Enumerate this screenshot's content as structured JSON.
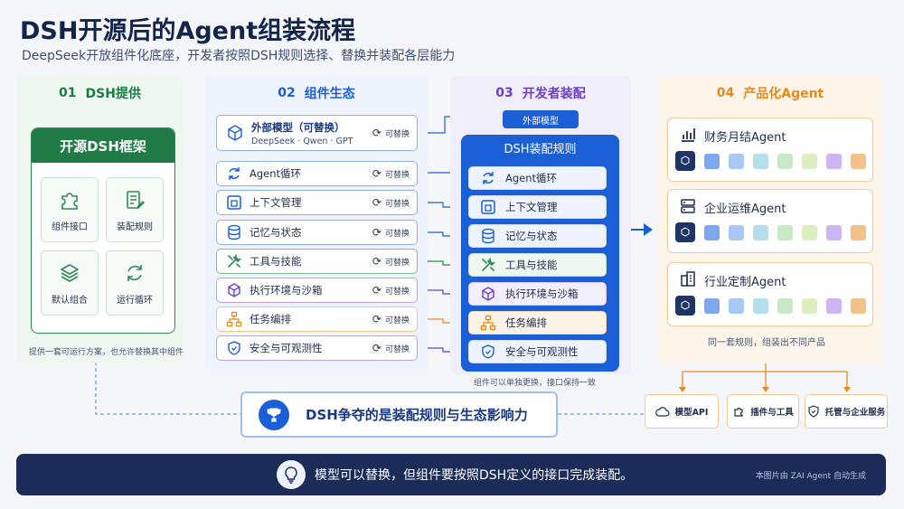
{
  "title": "DSH开源后的Agent组装流程",
  "subtitle": "DeepSeek开放组件化底座，开发者按照DSH规则选择、替换并装配各层能力",
  "colors": {
    "green": "#1f7a45",
    "blue": "#1a5fd6",
    "purple": "#6b3fc8",
    "orange": "#e8891a",
    "navy": "#1c2c58"
  },
  "columns": [
    {
      "num": "01",
      "title": "DSH提供"
    },
    {
      "num": "02",
      "title": "组件生态"
    },
    {
      "num": "03",
      "title": "开发者装配"
    },
    {
      "num": "04",
      "title": "产品化Agent"
    }
  ],
  "col1": {
    "box_title": "开源DSH框架",
    "cells": [
      {
        "label": "组件接口",
        "icon": "puzzle-icon"
      },
      {
        "label": "装配规则",
        "icon": "document-edit-icon"
      },
      {
        "label": "默认组合",
        "icon": "layers-icon"
      },
      {
        "label": "运行循环",
        "icon": "refresh-icon"
      }
    ],
    "note": "提供一套可运行方案，也允许替换其中组件"
  },
  "col2": {
    "swap_label": "可替换",
    "external": {
      "name": "外部模型（可替换）",
      "desc": "DeepSeek · Qwen · GPT",
      "icon": "cube-icon"
    },
    "components": [
      {
        "name": "Agent循环",
        "icon": "cycle-icon",
        "color": "#1a5fd6"
      },
      {
        "name": "上下文管理",
        "icon": "window-icon",
        "color": "#1a5fd6"
      },
      {
        "name": "记忆与状态",
        "icon": "database-icon",
        "color": "#1a5fd6"
      },
      {
        "name": "工具与技能",
        "icon": "tools-icon",
        "color": "#2f8a4f"
      },
      {
        "name": "执行环境与沙箱",
        "icon": "box-icon",
        "color": "#6b3fc8"
      },
      {
        "name": "任务编排",
        "icon": "hierarchy-icon",
        "color": "#e8891a"
      },
      {
        "name": "安全与可观测性",
        "icon": "shield-icon",
        "color": "#1a5fd6"
      }
    ]
  },
  "col3": {
    "tag": "外部模型",
    "box_title": "DSH装配规则",
    "rows": [
      "Agent循环",
      "上下文管理",
      "记忆与状态",
      "工具与技能",
      "执行环境与沙箱",
      "任务编排",
      "安全与可观测性"
    ],
    "note": "组件可以单独更换，接口保持一致"
  },
  "col4": {
    "products": [
      {
        "name": "财务月结Agent",
        "icon": "bar-chart-icon"
      },
      {
        "name": "企业运维Agent",
        "icon": "server-icon"
      },
      {
        "name": "行业定制Agent",
        "icon": "building-icon"
      }
    ],
    "note": "同一套规则，组装出不同产品",
    "outputs": [
      {
        "label": "模型API",
        "icon": "cloud-icon"
      },
      {
        "label": "插件与工具",
        "icon": "plugin-icon"
      },
      {
        "label": "托管与企业服务",
        "icon": "shield-check-icon"
      }
    ]
  },
  "center_message": "DSH争夺的是装配规则与生态影响力",
  "bottom": {
    "message": "模型可以替换，但组件要按照DSH定义的接口完成装配。",
    "credit": "本图片由 ZAI Agent 自动生成"
  }
}
